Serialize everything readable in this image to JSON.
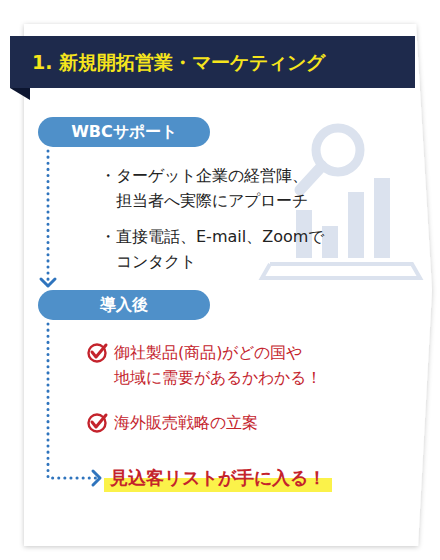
{
  "diagram": {
    "title": "1. 新規開拓営業・マーケティング",
    "nodes": [
      {
        "text": [
          "WBCサポート"
        ]
      },
      {
        "text": [
          "導入後"
        ]
      },
      {
        "text": [
          "見込客リストが手に入る！"
        ]
      }
    ],
    "edges": [
      {
        "from": 0,
        "to": 1,
        "arrow": "to"
      },
      {
        "from": 1,
        "to": 2,
        "arrow": "to"
      }
    ],
    "labels": [
      "・ターゲット企業の経営陣、 担当者へ実際にアプローチ",
      "・直接電話、E-mail、Zoomで コンタクト",
      "御社製品(商品)がどの国や 地域に需要があるかわかる！",
      "海外販売戦略の立案"
    ]
  }
}
